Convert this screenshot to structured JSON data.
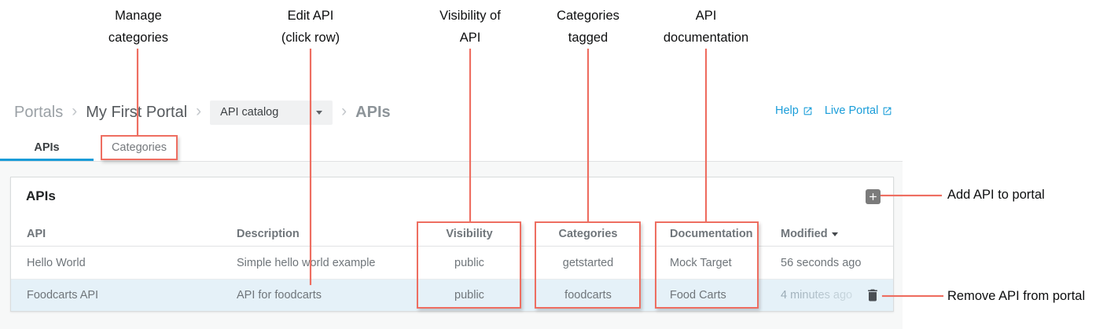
{
  "callouts": {
    "manage_categories": [
      "Manage",
      "categories"
    ],
    "edit_api": [
      "Edit API",
      "(click row)"
    ],
    "visibility_of_api": [
      "Visibility of",
      "API"
    ],
    "categories_tagged": [
      "Categories",
      "tagged"
    ],
    "api_documentation": [
      "API",
      "documentation"
    ],
    "add_api": "Add API to portal",
    "remove_api": "Remove API from portal"
  },
  "breadcrumb": {
    "portals": "Portals",
    "portal_name": "My First Portal",
    "dropdown_value": "API catalog",
    "current": "APIs"
  },
  "header_links": {
    "help": "Help",
    "live_portal": "Live Portal"
  },
  "tabs": {
    "apis": "APIs",
    "categories": "Categories"
  },
  "panel": {
    "title": "APIs",
    "columns": {
      "api": "API",
      "description": "Description",
      "visibility": "Visibility",
      "categories": "Categories",
      "documentation": "Documentation",
      "modified": "Modified"
    },
    "rows": [
      {
        "api": "Hello World",
        "description": "Simple hello world example",
        "visibility": "public",
        "categories": "getstarted",
        "documentation": "Mock Target",
        "modified": "56 seconds ago"
      },
      {
        "api": "Foodcarts API",
        "description": "API for foodcarts",
        "visibility": "public",
        "categories": "foodcarts",
        "documentation": "Food Carts",
        "modified": "4 minutes ago"
      }
    ]
  },
  "icons": {
    "add": "plus-icon",
    "remove": "trash-icon",
    "external": "external-link-icon",
    "dropdown": "caret-down-icon",
    "sort": "sort-desc-icon"
  },
  "colors": {
    "annotation_red": "#ee6e61",
    "accent_blue": "#1a9dd9",
    "row_highlight": "#e5f1f8",
    "page_bg": "#f7f8f8"
  }
}
